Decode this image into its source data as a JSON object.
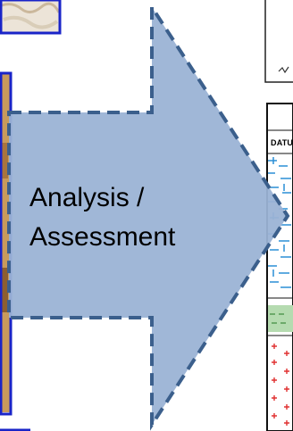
{
  "arrow": {
    "label_line1": "Analysis /",
    "label_line2": "Assessment"
  },
  "log_panel": {
    "header_text": "DATU"
  },
  "colors": {
    "arrow_fill": "#9bb3d5",
    "arrow_stroke": "#3b5f8c",
    "frame_blue": "#1a24c8",
    "photo_tone": "#b9874a",
    "dash_symbol": "#2a8fd6",
    "shale_fill": "#b5dbb0",
    "granite_symbol": "#e03030"
  }
}
